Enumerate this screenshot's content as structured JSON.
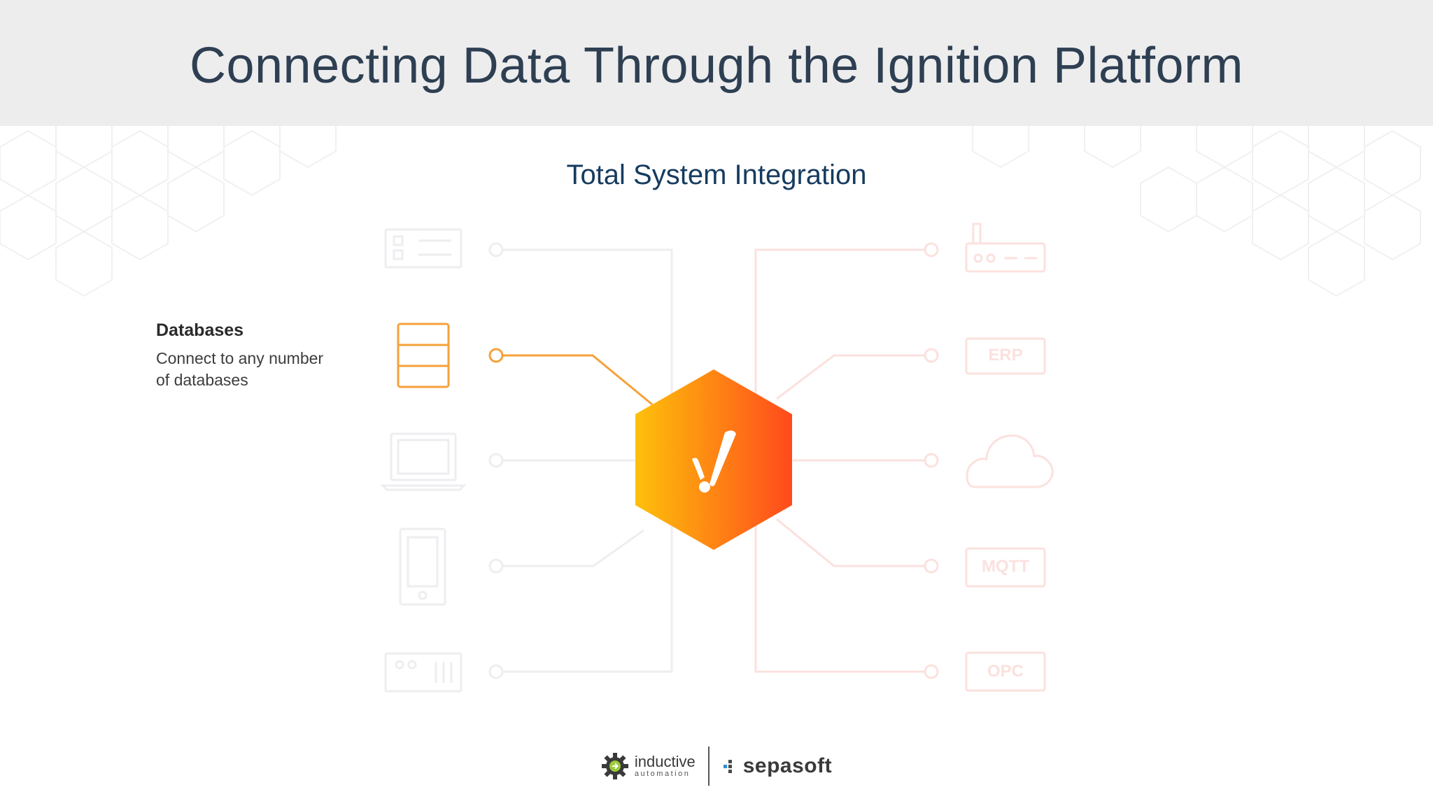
{
  "header": {
    "title": "Connecting Data Through the Ignition Platform"
  },
  "subtitle": "Total System Integration",
  "callout": {
    "title": "Databases",
    "lines": [
      "Connect to any number",
      "of databases"
    ]
  },
  "diagram": {
    "left_nodes": [
      {
        "icon": "server-icon",
        "active": false
      },
      {
        "icon": "database-icon",
        "active": true
      },
      {
        "icon": "laptop-icon",
        "active": false
      },
      {
        "icon": "tablet-icon",
        "active": false
      },
      {
        "icon": "plc-icon",
        "active": false
      }
    ],
    "right_nodes": [
      {
        "icon": "router-icon",
        "label": ""
      },
      {
        "icon": "erp-box-icon",
        "label": "ERP"
      },
      {
        "icon": "cloud-icon",
        "label": ""
      },
      {
        "icon": "mqtt-box-icon",
        "label": "MQTT"
      },
      {
        "icon": "opc-box-icon",
        "label": "OPC"
      }
    ],
    "center": {
      "icon": "ignition-logo-icon"
    }
  },
  "colors": {
    "active_orange": "#f5a23a",
    "faded_left": "#eeeef1",
    "faded_right": "#fbe1de",
    "gradient_start": "#fec10b",
    "gradient_end": "#ff4a1c"
  },
  "footer": {
    "inductive_name": "inductive",
    "inductive_sub": "automation",
    "sepasoft_name": "sepasoft"
  }
}
